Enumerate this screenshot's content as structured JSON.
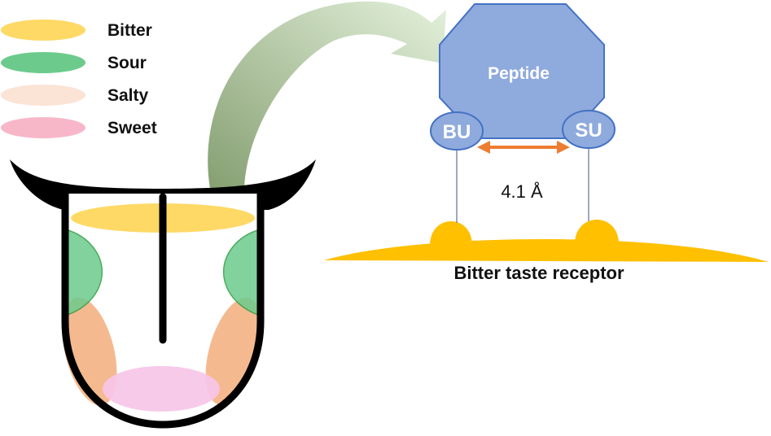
{
  "legend": {
    "items": [
      {
        "label": "Bitter",
        "color": "#FFD966"
      },
      {
        "label": "Sour",
        "color": "#6CCB8C"
      },
      {
        "label": "Salty",
        "color": "#FBE3D6"
      },
      {
        "label": "Sweet",
        "color": "#F8B7C9"
      }
    ]
  },
  "peptide": {
    "label": "Peptide",
    "fill": "#8FAADC",
    "stroke": "#4472C4"
  },
  "subunits": {
    "left_label": "BU",
    "right_label": "SU"
  },
  "distance": {
    "label": "4.1 Å",
    "arrow_color": "#ED7D31"
  },
  "receptor": {
    "label": "Bitter taste receptor",
    "color": "#FFC000"
  },
  "tongue": {
    "outline_color": "#000000",
    "bitter_zone_color": "#FFD966",
    "sour_zone_color": "#6CCB8C",
    "salty_zone_color": "#F4B183",
    "sweet_zone_color": "#F6C6E8"
  },
  "curved_arrow": {
    "color_start": "#7F9A6A",
    "color_end": "#E2F0D9"
  }
}
